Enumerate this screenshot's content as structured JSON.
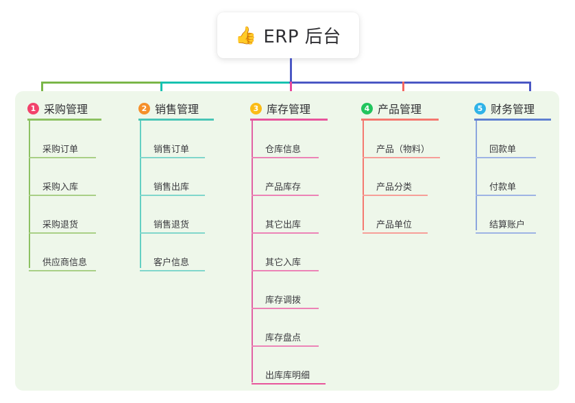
{
  "root": {
    "icon": "thumbs-up-icon",
    "icon_glyph": "👍",
    "title": "ERP 后台"
  },
  "colors": {
    "panel_bg": "#eef7ea",
    "page_bg": "#ffffff",
    "card_bg": "#ffffff",
    "title_text": "#2f2f33",
    "connector_green": "#7ab648",
    "connector_teal": "#16c2b0",
    "connector_blue": "#4a57c4",
    "drop_green": "#7ab648",
    "drop_teal": "#16c2b0",
    "drop_pink": "#e8479a",
    "drop_red": "#f4665f",
    "drop_blue": "#4a57c4"
  },
  "columns": [
    {
      "number": "1",
      "title": "采购管理",
      "badge_color": "#f2426b",
      "line_color": "#8cc162",
      "rule_width": 108,
      "items": [
        "采购订单",
        "采购入库",
        "采购退货",
        "供应商信息"
      ]
    },
    {
      "number": "2",
      "title": "销售管理",
      "badge_color": "#f5902b",
      "line_color": "#49c5b6",
      "rule_width": 110,
      "items": [
        "销售订单",
        "销售出库",
        "销售退货",
        "客户信息"
      ]
    },
    {
      "number": "3",
      "title": "库存管理",
      "badge_color": "#fbbc16",
      "line_color": "#e8549b",
      "rule_width": 113,
      "items": [
        "仓库信息",
        "产品库存",
        "其它出库",
        "其它入库",
        "库存调拨",
        "库存盘点",
        "出库库明细"
      ]
    },
    {
      "number": "4",
      "title": "产品管理",
      "badge_color": "#22c55e",
      "line_color": "#f4776f",
      "rule_width": 113,
      "items": [
        "产品（物料）",
        "产品分类",
        "产品单位"
      ]
    },
    {
      "number": "5",
      "title": "财务管理",
      "badge_color": "#2fb3e8",
      "line_color": "#7f9ada",
      "rule_width": 112,
      "items": [
        "回款单",
        "付款单",
        "结算账户"
      ]
    }
  ]
}
